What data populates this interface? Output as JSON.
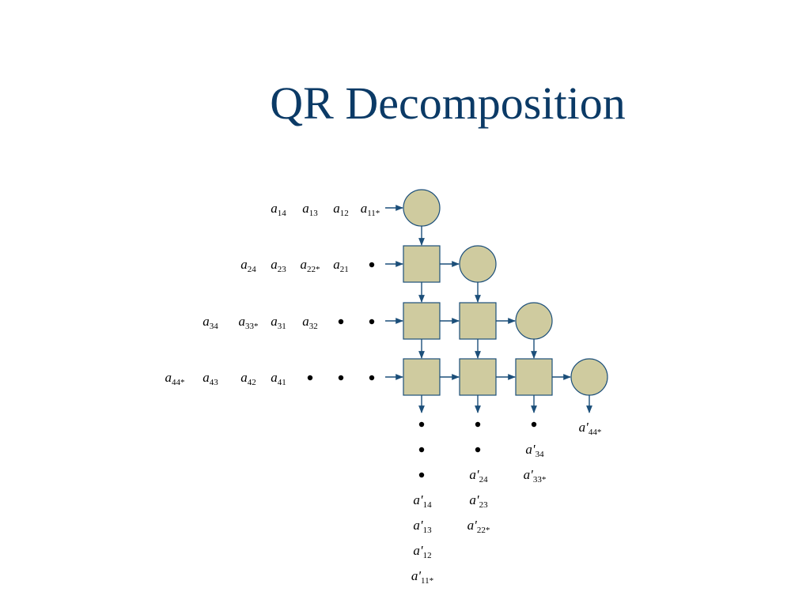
{
  "title": "QR Decomposition",
  "diagram": {
    "colors": {
      "cell_fill": "#cfcb9f",
      "cell_stroke": "#1c4f7a",
      "title": "#0b3a66"
    },
    "rows": [
      {
        "inputs": [
          "a|14",
          "a|13",
          "a|12",
          "a|11*"
        ]
      },
      {
        "inputs": [
          "a|24",
          "a|23",
          "a|22*",
          "a|21",
          "•"
        ]
      },
      {
        "inputs": [
          "a|34",
          "a|33*",
          "a|31",
          "a|32",
          "•",
          "•"
        ]
      },
      {
        "inputs": [
          "a|44*",
          "a|43",
          "a|42",
          "a|41",
          "•",
          "•",
          "•"
        ]
      }
    ],
    "outputs": [
      [
        "•",
        "•",
        "•",
        "a'|14",
        "a'|13",
        "a'|12",
        "a'|11*"
      ],
      [
        "•",
        "•",
        "a'|24",
        "a'|23",
        "a'|22*"
      ],
      [
        "•",
        "a'|34",
        "a'|33*"
      ],
      [
        "a'|44*"
      ]
    ]
  }
}
